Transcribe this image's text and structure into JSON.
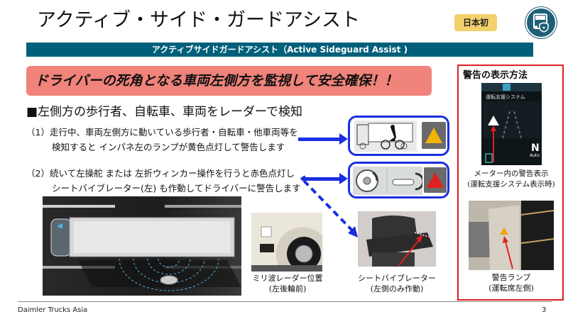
{
  "header": {
    "title": "アクティブ・サイド・ガードアシスト",
    "badge": "日本初",
    "logo_icon": "bus-safety-shield-icon"
  },
  "banner": {
    "text": "アクティブサイドガードアシスト（Active Sideguard Assist )"
  },
  "headline": {
    "text": "ドライバーの死角となる車両左側方を監視して安全確保！！"
  },
  "section": {
    "subhead": "■左側方の歩行者、自転車、車両をレーダーで検知",
    "steps": [
      {
        "line1": "（1）走行中、車両左側方に動いている歩行者・自転車・他車両等を",
        "line2": "検知すると インパネ左のランプが黄色点灯して警告します",
        "warning_color": "#f4b400",
        "panel_icon": "truck-cyclist-icon"
      },
      {
        "line1": "（2）続いて左操舵 または 左折ウィンカー操作を行うと赤色点灯し",
        "line2": "シートバイブレーター(左) も作動してドライバーに警告します",
        "warning_color": "#e02020",
        "panel_icon": "steering-wheel-turn-signal-icon"
      }
    ]
  },
  "images": {
    "radar_position_caption_1": "ミリ波レーダー位置",
    "radar_position_caption_2": "(左後輪前)",
    "seat_caption_1": "シートバイブレーター",
    "seat_caption_2": "(左側のみ作動)"
  },
  "warning_display": {
    "title": "警告の表示方法",
    "meter_screen_label": "運転支援システム",
    "meter_gear": "N",
    "meter_gear_mode": "Auto",
    "meter_caption_1": "メーター内の警告表示",
    "meter_caption_2": "(運転支援システム表示時)",
    "lamp_caption_1": "警告ランプ",
    "lamp_caption_2": "(運転席左側)"
  },
  "footer": {
    "company": "Daimler Trucks Asia",
    "page": "3"
  },
  "colors": {
    "banner": "#005f7a",
    "headline_bg": "#f0837a",
    "badge_bg": "#f2d06b",
    "arrow_blue": "#1a2fe0",
    "red_frame": "#e02020"
  }
}
